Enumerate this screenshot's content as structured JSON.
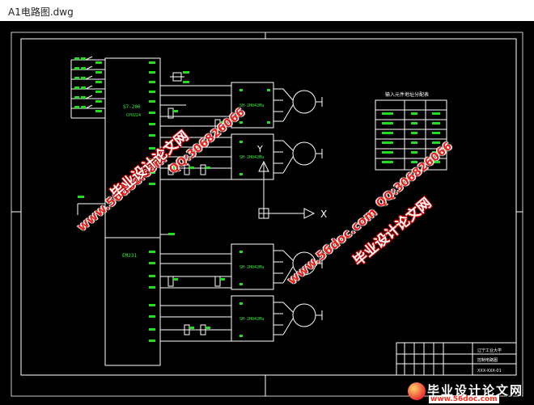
{
  "window": {
    "title": "A1电路图.dwg"
  },
  "drawing": {
    "plc_label": "S7-200",
    "plc_sublabel": "CPU224",
    "module_label": "EM231",
    "driver_labels": [
      "SH-2H042Ma",
      "SH-2H042Ma",
      "SH-2H042Ma",
      "SH-2H042Ma"
    ],
    "axis_x": "X",
    "axis_y": "Y",
    "table_title": "输入元件地址分配表",
    "title_block": [
      "辽宁工业大学",
      "控制电路图",
      "XXX-XXX-01"
    ]
  },
  "watermarks": {
    "site_a": "www.56doc.com",
    "name_a": "毕业设计论文网",
    "qq_a": "QQ:306826066",
    "site_b": "www.56doc.com",
    "name_b": "毕业设计论文网",
    "qq_b": "QQ:306826066"
  },
  "footer": {
    "name": "毕业设计论文网",
    "url": "www.56doc.com"
  },
  "colors": {
    "background": "#000000",
    "lines": "#ffffff",
    "labels": "#00ff00",
    "watermark": "#e8201a"
  }
}
